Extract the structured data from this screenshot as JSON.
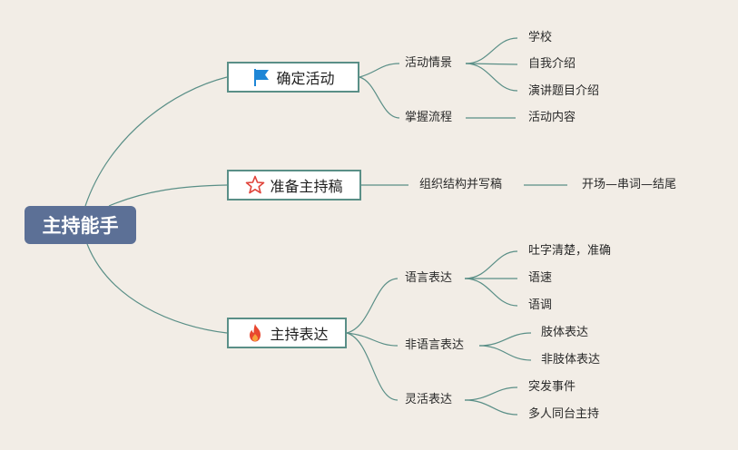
{
  "root": {
    "label": "主持能手"
  },
  "branches": [
    {
      "label": "确定活动",
      "icon": "flag-icon",
      "children": [
        {
          "label": "活动情景",
          "children": [
            "学校",
            "自我介绍",
            "演讲题目介绍"
          ]
        },
        {
          "label": "掌握流程",
          "children": [
            "活动内容"
          ]
        }
      ]
    },
    {
      "label": "准备主持稿",
      "icon": "star-icon",
      "children": [
        {
          "label": "组织结构并写稿",
          "children": [
            "开场—串词—结尾"
          ]
        }
      ]
    },
    {
      "label": "主持表达",
      "icon": "fire-icon",
      "children": [
        {
          "label": "语言表达",
          "children": [
            "吐字清楚，准确",
            "语速",
            "语调"
          ]
        },
        {
          "label": "非语言表达",
          "children": [
            "肢体表达",
            "非肢体表达"
          ]
        },
        {
          "label": "灵活表达",
          "children": [
            "突发事件",
            "多人同台主持"
          ]
        }
      ]
    }
  ],
  "colors": {
    "background": "#f2ede6",
    "root_fill": "#5c7096",
    "branch_border": "#5a8f87",
    "line": "#5a8f87",
    "flag": "#1e86d6",
    "star": "#e0433a",
    "fire": "#e8472f"
  }
}
